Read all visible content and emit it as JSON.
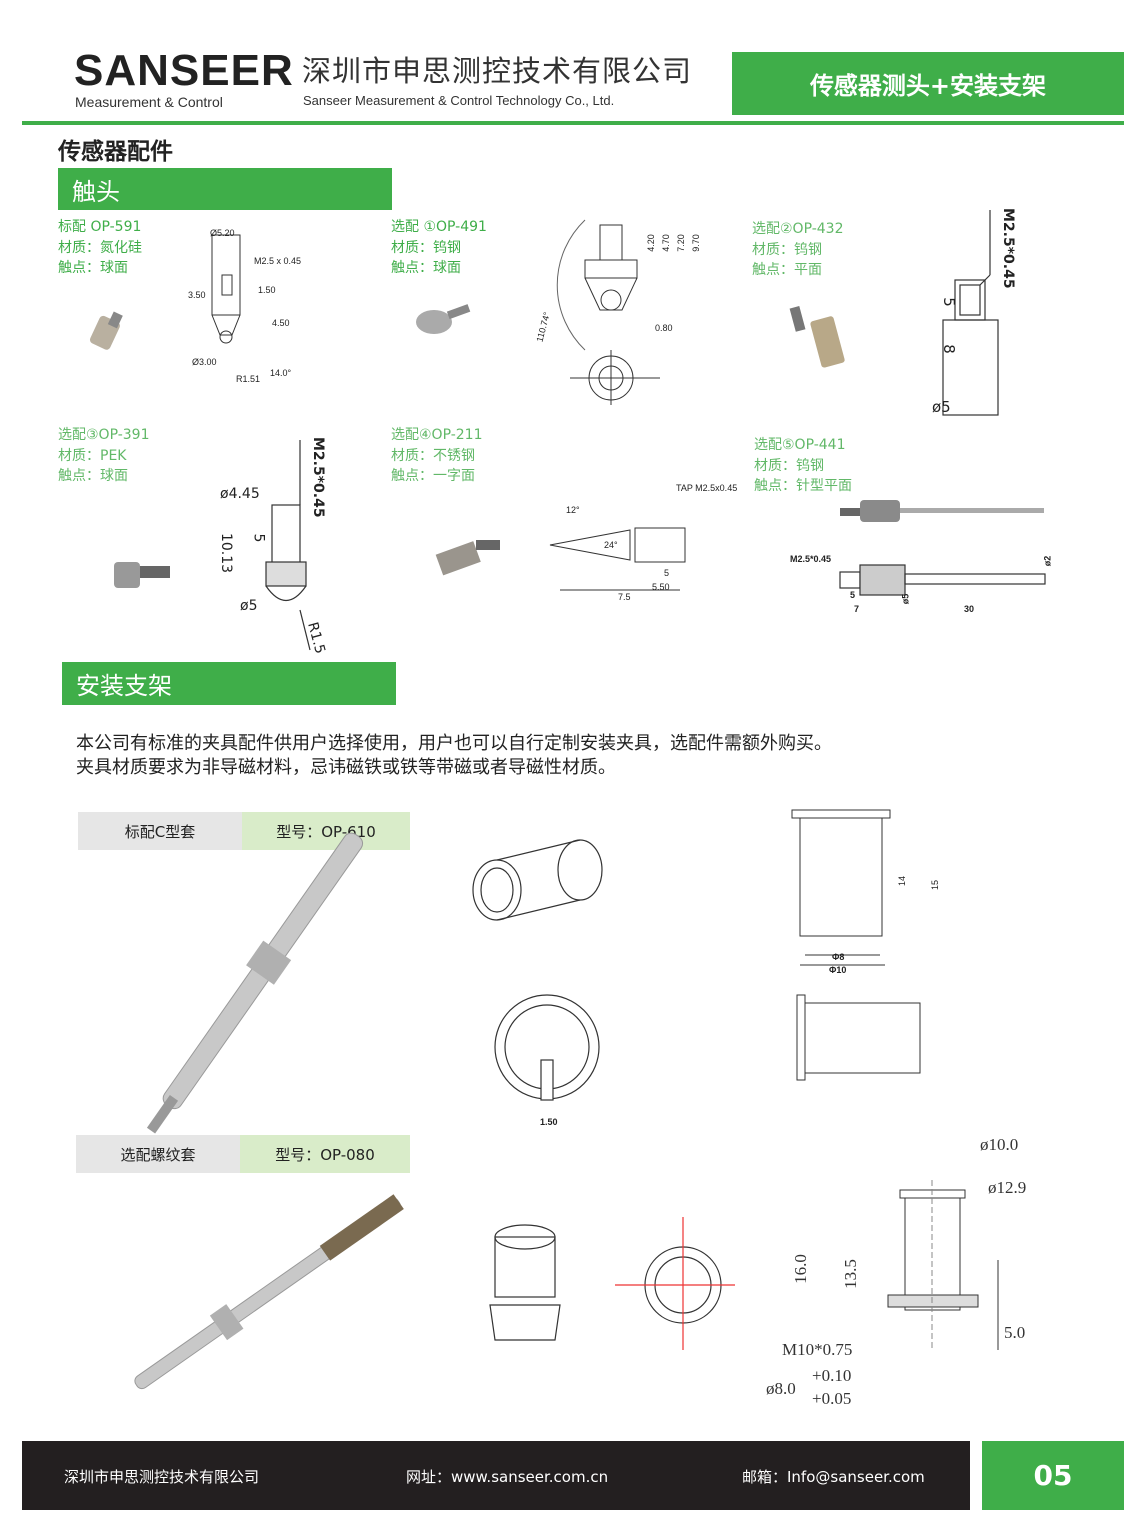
{
  "header": {
    "logo_text": "SANSEER",
    "logo_sub": "Measurement & Control",
    "company_cn": "深圳市申思测控技术有限公司",
    "company_en": "Sanseer Measurement & Control Technology Co., Ltd.",
    "page_title": "传感器测头+安装支架"
  },
  "section_title": "传感器配件",
  "contacts": {
    "tab": "触头",
    "items": [
      {
        "model": "标配 OP-591",
        "material": "材质：氮化硅",
        "tip": "触点：球面",
        "dims": [
          "Ø5.20",
          "M2.5 x 0.45",
          "3.50",
          "1.50",
          "4.50",
          "Ø3.00",
          "R1.51",
          "14.0°"
        ]
      },
      {
        "model": "选配 ①OP-491",
        "material": "材质：钨钢",
        "tip": "触点：球面",
        "dims": [
          "4.20",
          "4.70",
          "7.20",
          "9.70",
          "0.80",
          "110.74°"
        ]
      },
      {
        "model": "选配②OP-432",
        "material": "材质：钨钢",
        "tip": "触点：平面",
        "dims": [
          "M2.5*0.45",
          "5",
          "8",
          "ø5"
        ]
      },
      {
        "model": "选配③OP-391",
        "material": "材质：PEK",
        "tip": "触点：球面",
        "dims": [
          "M2.5*0.45",
          "ø4.45",
          "5",
          "10.13",
          "ø5",
          "R1.5"
        ]
      },
      {
        "model": "选配④OP-211",
        "material": "材质：不锈钢",
        "tip": "触点：一字面",
        "dims": [
          "TAP M2.5x0.45",
          "12°",
          "24°",
          "5",
          "5.50",
          "7.5"
        ]
      },
      {
        "model": "选配⑤OP-441",
        "material": "材质：钨钢",
        "tip": "触点：针型平面",
        "dims": [
          "M2.5*0.45",
          "5",
          "7",
          "ø5",
          "30",
          "ø2"
        ]
      }
    ]
  },
  "mounts": {
    "tab": "安装支架",
    "description": [
      "本公司有标准的夹具配件供用户选择使用，用户也可以自行定制安装夹具，选配件需额外购买。",
      "夹具材质要求为非导磁材料，忌讳磁铁或铁等带磁或者导磁性材质。"
    ],
    "items": [
      {
        "label": "标配C型套",
        "model": "型号：OP-610",
        "dims": [
          "14",
          "15",
          "Φ8",
          "Φ10",
          "1.50"
        ]
      },
      {
        "label": "选配螺纹套",
        "model": "型号：OP-080",
        "dims": [
          "ø10.0",
          "ø12.9",
          "16.0",
          "13.5",
          "5.0",
          "M10*0.75",
          "ø8.0",
          "+0.10",
          "+0.05"
        ]
      }
    ]
  },
  "footer": {
    "company": "深圳市申思测控技术有限公司",
    "website": "网址：www.sanseer.com.cn",
    "email": "邮箱：Info@sanseer.com",
    "page_number": "05"
  },
  "colors": {
    "accent": "#3fae49",
    "footer_bg": "#231f20",
    "label_gray": "#e6e6e6",
    "label_green": "#d9ecc9"
  }
}
